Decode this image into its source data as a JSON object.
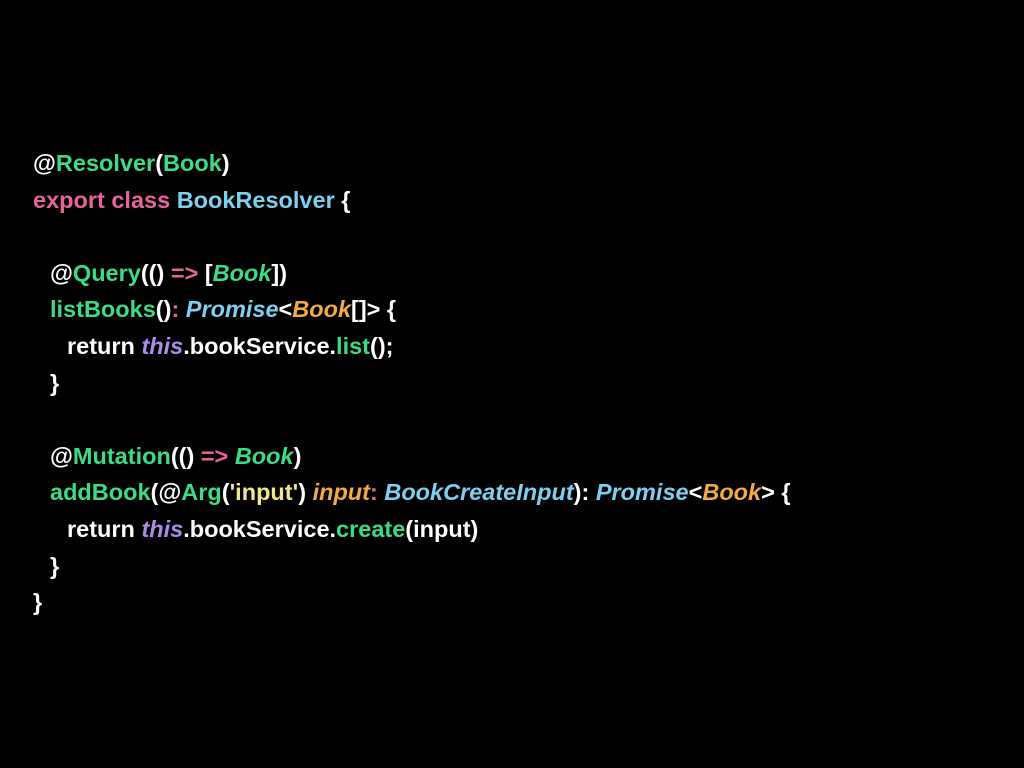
{
  "colors": {
    "background": "#000000",
    "plain": "#ffffff",
    "decorator": "#3ddc84",
    "keyword": "#e8649e",
    "type": "#7fd0f0",
    "generic": "#f4a94a",
    "this": "#a98ee8",
    "string": "#f0e68c"
  },
  "code": {
    "lines": [
      {
        "indent": 0,
        "tokens": [
          {
            "text": "@",
            "color": "plain"
          },
          {
            "text": "Resolver",
            "color": "decorator"
          },
          {
            "text": "(",
            "color": "plain"
          },
          {
            "text": "Book",
            "color": "decorator"
          },
          {
            "text": ")",
            "color": "plain"
          }
        ]
      },
      {
        "indent": 0,
        "tokens": [
          {
            "text": "export class ",
            "color": "keyword"
          },
          {
            "text": "BookResolver",
            "color": "type"
          },
          {
            "text": " {",
            "color": "plain"
          }
        ]
      },
      {
        "indent": 0,
        "tokens": []
      },
      {
        "indent": 1,
        "tokens": [
          {
            "text": "@",
            "color": "plain"
          },
          {
            "text": "Query",
            "color": "decorator"
          },
          {
            "text": "(() ",
            "color": "plain"
          },
          {
            "text": "=>",
            "color": "keyword"
          },
          {
            "text": " [",
            "color": "plain"
          },
          {
            "text": "Book",
            "color": "decorator",
            "italic": true
          },
          {
            "text": "])",
            "color": "plain"
          }
        ]
      },
      {
        "indent": 1,
        "tokens": [
          {
            "text": "listBooks",
            "color": "decorator"
          },
          {
            "text": "()",
            "color": "plain"
          },
          {
            "text": ": ",
            "color": "keyword"
          },
          {
            "text": "Promise",
            "color": "type",
            "italic": true
          },
          {
            "text": "<",
            "color": "plain"
          },
          {
            "text": "Book",
            "color": "generic",
            "italic": true
          },
          {
            "text": "[]> {",
            "color": "plain"
          }
        ]
      },
      {
        "indent": 2,
        "tokens": [
          {
            "text": "return ",
            "color": "plain"
          },
          {
            "text": "this",
            "color": "this",
            "italic": true
          },
          {
            "text": ".bookService.",
            "color": "plain"
          },
          {
            "text": "list",
            "color": "decorator"
          },
          {
            "text": "();",
            "color": "plain"
          }
        ]
      },
      {
        "indent": 1,
        "tokens": [
          {
            "text": "}",
            "color": "plain"
          }
        ]
      },
      {
        "indent": 0,
        "tokens": []
      },
      {
        "indent": 1,
        "tokens": [
          {
            "text": "@",
            "color": "plain"
          },
          {
            "text": "Mutation",
            "color": "decorator"
          },
          {
            "text": "(() ",
            "color": "plain"
          },
          {
            "text": "=>",
            "color": "keyword"
          },
          {
            "text": " ",
            "color": "plain"
          },
          {
            "text": "Book",
            "color": "decorator",
            "italic": true
          },
          {
            "text": ")",
            "color": "plain"
          }
        ]
      },
      {
        "indent": 1,
        "tokens": [
          {
            "text": "addBook",
            "color": "decorator"
          },
          {
            "text": "(@",
            "color": "plain"
          },
          {
            "text": "Arg",
            "color": "decorator"
          },
          {
            "text": "(",
            "color": "plain"
          },
          {
            "text": "'input'",
            "color": "string"
          },
          {
            "text": ") ",
            "color": "plain"
          },
          {
            "text": "input",
            "color": "generic",
            "italic": true
          },
          {
            "text": ": ",
            "color": "keyword"
          },
          {
            "text": "BookCreateInput",
            "color": "type",
            "italic": true
          },
          {
            "text": "): ",
            "color": "plain"
          },
          {
            "text": "Promise",
            "color": "type",
            "italic": true
          },
          {
            "text": "<",
            "color": "plain"
          },
          {
            "text": "Book",
            "color": "generic",
            "italic": true
          },
          {
            "text": "> {",
            "color": "plain"
          }
        ]
      },
      {
        "indent": 2,
        "tokens": [
          {
            "text": "return ",
            "color": "plain"
          },
          {
            "text": "this",
            "color": "this",
            "italic": true
          },
          {
            "text": ".bookService.",
            "color": "plain"
          },
          {
            "text": "create",
            "color": "decorator"
          },
          {
            "text": "(input)",
            "color": "plain"
          }
        ]
      },
      {
        "indent": 1,
        "tokens": [
          {
            "text": "}",
            "color": "plain"
          }
        ]
      },
      {
        "indent": 0,
        "tokens": [
          {
            "text": "}",
            "color": "plain"
          }
        ]
      }
    ]
  }
}
